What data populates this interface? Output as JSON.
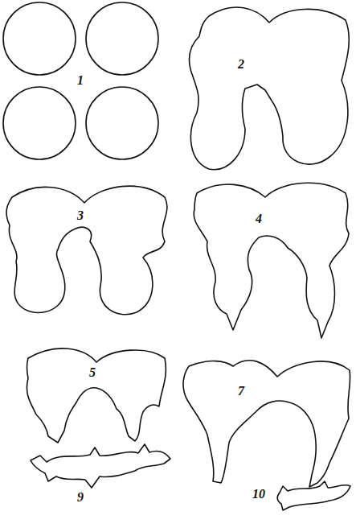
{
  "diagram": {
    "labels": [
      "1",
      "2",
      "3",
      "4",
      "5",
      "7",
      "9",
      "10"
    ]
  }
}
